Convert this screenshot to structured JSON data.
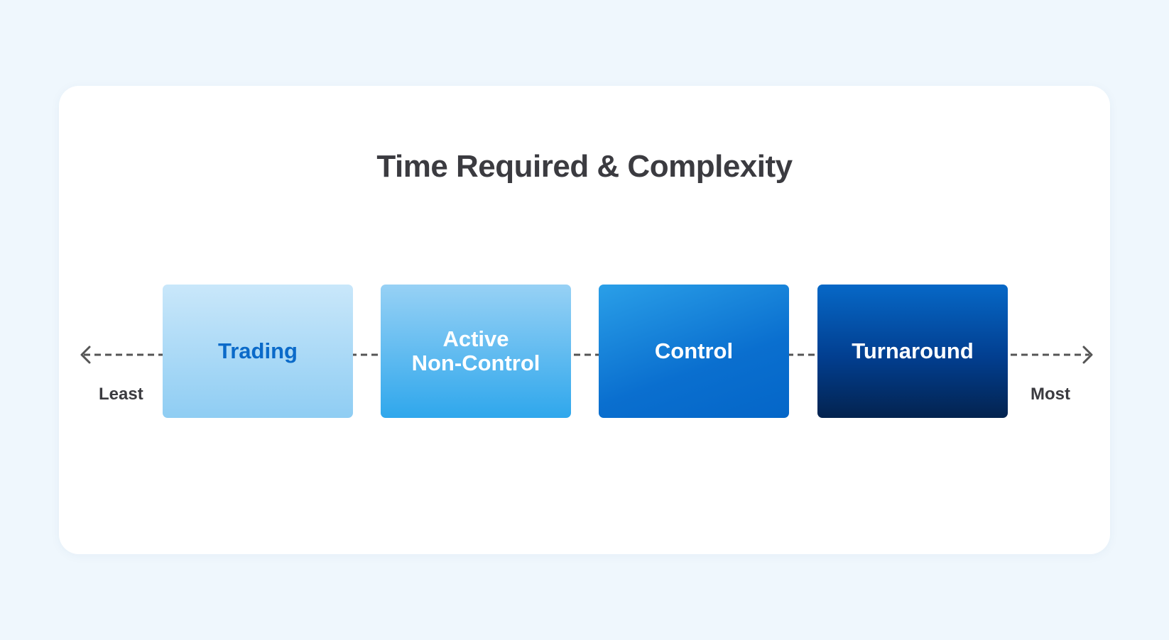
{
  "title": "Time Required & Complexity",
  "axis": {
    "start_label": "Least",
    "end_label": "Most",
    "line_color": "#555555"
  },
  "stages": [
    {
      "label": "Trading",
      "text_color": "#0a6ac9"
    },
    {
      "label": "Active\nNon-Control",
      "text_color": "#ffffff"
    },
    {
      "label": "Control",
      "text_color": "#ffffff"
    },
    {
      "label": "Turnaround",
      "text_color": "#ffffff"
    }
  ],
  "colors": {
    "background": "#eff7fd",
    "card": "#ffffff",
    "title_text": "#3b3b40"
  }
}
